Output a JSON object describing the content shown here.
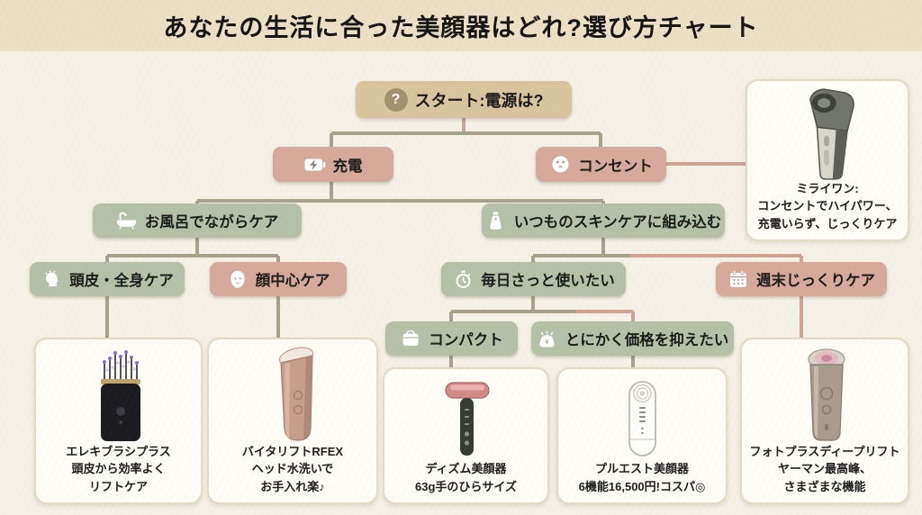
{
  "title": "あなたの生活に合った美顔器はどれ?選び方チャート",
  "colors": {
    "title_band": "#ebdfc4",
    "background": "#f5f1e8",
    "node_tan": "#d8c59e",
    "node_rose": "#d7a99b",
    "node_sage": "#b5c0a8",
    "line_olive": "#a7a28d",
    "line_rose": "#cfa396",
    "card_bg": "#fdfcf7"
  },
  "flow": {
    "start": {
      "label": "スタート:電源は?",
      "icon": "question-icon"
    },
    "charge": {
      "label": "充電",
      "icon": "battery-charging-icon"
    },
    "outlet": {
      "label": "コンセント",
      "icon": "power-outlet-icon"
    },
    "bath": {
      "label": "お風呂でながらケア",
      "icon": "bathtub-icon"
    },
    "skincare": {
      "label": "いつものスキンケアに組み込む",
      "icon": "cream-tube-icon"
    },
    "scalp": {
      "label": "頭皮・全身ケア",
      "icon": "head-massage-icon"
    },
    "face": {
      "label": "顔中心ケア",
      "icon": "face-mask-icon"
    },
    "daily": {
      "label": "毎日さっと使いたい",
      "icon": "stopwatch-icon"
    },
    "weekend": {
      "label": "週末じっくりケア",
      "icon": "calendar-icon"
    },
    "compact": {
      "label": "コンパクト",
      "icon": "compact-case-icon"
    },
    "price": {
      "label": "とにかく価格を抑えたい",
      "icon": "coin-purse-icon"
    }
  },
  "edges": [
    "start→charge",
    "start→outlet",
    "outlet→miraiwan",
    "charge→bath",
    "charge→skincare",
    "bath→scalp",
    "bath→face",
    "scalp→elekibrush",
    "face→vitalift",
    "skincare→daily",
    "skincare→weekend",
    "daily→compact",
    "daily→price",
    "compact→dism",
    "price→pluest",
    "weekend→photoplus"
  ],
  "products": {
    "miraiwan": {
      "image": "gray-handheld-device",
      "lines": [
        "ミライワン:",
        "コンセントでハイパワー、",
        "充電いらず、じっくりケア"
      ]
    },
    "elekibrush": {
      "image": "black-electric-brush",
      "lines": [
        "エレキブラシプラス",
        "頭皮から効率よく",
        "リフトケア"
      ]
    },
    "vitalift": {
      "image": "rose-gold-lift-device",
      "lines": [
        "バイタリフトRFEX",
        "ヘッド水洗いで",
        "お手入れ楽♪"
      ]
    },
    "dism": {
      "image": "dark-wand-pink-head",
      "lines": [
        "ディズム美顔器",
        "63g手のひらサイズ"
      ]
    },
    "pluest": {
      "image": "white-capsule-device",
      "lines": [
        "プルエスト美顔器",
        "6機能16,500円!コスパ◎"
      ]
    },
    "photoplus": {
      "image": "bronze-device-pink-led",
      "lines": [
        "フォトプラスディープリフト",
        "ヤーマン最高峰、",
        "さまざまな機能"
      ]
    }
  }
}
